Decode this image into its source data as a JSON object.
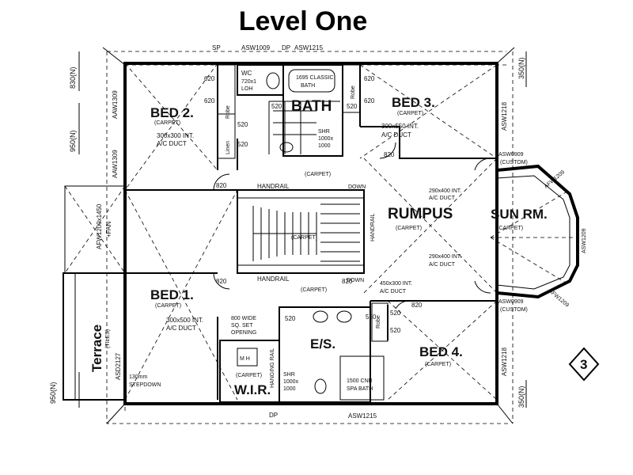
{
  "title": "Level One",
  "rooms": {
    "bed2": {
      "name": "BED 2.",
      "floor": "(CARPET)",
      "duct": "300x300 INT.",
      "duct2": "A/C DUCT"
    },
    "bed3": {
      "name": "BED 3.",
      "floor": "(CARPET)",
      "duct": "300x550 INT.",
      "duct2": "A/C DUCT"
    },
    "bed1": {
      "name": "BED 1.",
      "floor": "(CARPET)",
      "duct": "300x500 INT.",
      "duct2": "A/C DUCT"
    },
    "bed4": {
      "name": "BED 4.",
      "floor": "(CARPET)"
    },
    "bath": {
      "name": "BATH"
    },
    "wc": {
      "name": "WC"
    },
    "rumpus": {
      "name": "RUMPUS",
      "floor": "(CARPET)"
    },
    "sunrm": {
      "name": "SUN RM.",
      "floor": "(CARPET)"
    },
    "es": {
      "name": "E/S."
    },
    "wir": {
      "name": "W.I.R.",
      "floor": "(CARPET)"
    },
    "terrace": {
      "name": "Terrace",
      "floor": "(TILES)"
    }
  },
  "labels": {
    "sp": "SP",
    "asw_top": "ASW1009",
    "dp_top": "DP",
    "asw_top2": "ASW1215",
    "classic_bath": "1695 CLASSIC",
    "classic_bath2": "BATH",
    "wc_dim": "720x1",
    "wc_dim2": "LOH",
    "linen": "Linen",
    "robe": "Robe",
    "d620": "620",
    "d520": "520",
    "d820": "820",
    "shr": "SHR",
    "shr_dim": "1000x",
    "shr_dim2": "1000",
    "handrail": "HANDRAIL",
    "down": "DOWN",
    "carpet": "(CARPET)",
    "duct_rumpus1": "290x400 INT.",
    "duct_rumpus2": "290x400 INT.",
    "acduct": "A/C DUCT",
    "duct_hall": "450x300 INT.",
    "aaw1309": "AAW1309",
    "afw1200": "AFW1200x1450",
    "fan": "+FAN",
    "asd2127": "ASD2127",
    "asw1218": "ASW1218",
    "asw0909": "ASW0909",
    "custom": "(CUSTOM)",
    "afw1209": "AFW1209",
    "asw1209": "ASW1209",
    "sq_set": "800 WIDE",
    "sq_set2": "SQ. SET",
    "sq_set3": "OPENING",
    "mh": "M H",
    "hanging_rail": "HANGING RAIL",
    "stepdown": "130mm",
    "stepdown2": "STEPDOWN",
    "spa": "1500 CNR",
    "spa2": "SPA BATH",
    "asw_bottom": "ASW1215",
    "dp_bottom": "DP",
    "d830": "830(N)",
    "d950a": "950(N)",
    "d950b": "950(N)",
    "d350a": "350(N)",
    "d350b": "350(N)",
    "section_marker": "3"
  }
}
